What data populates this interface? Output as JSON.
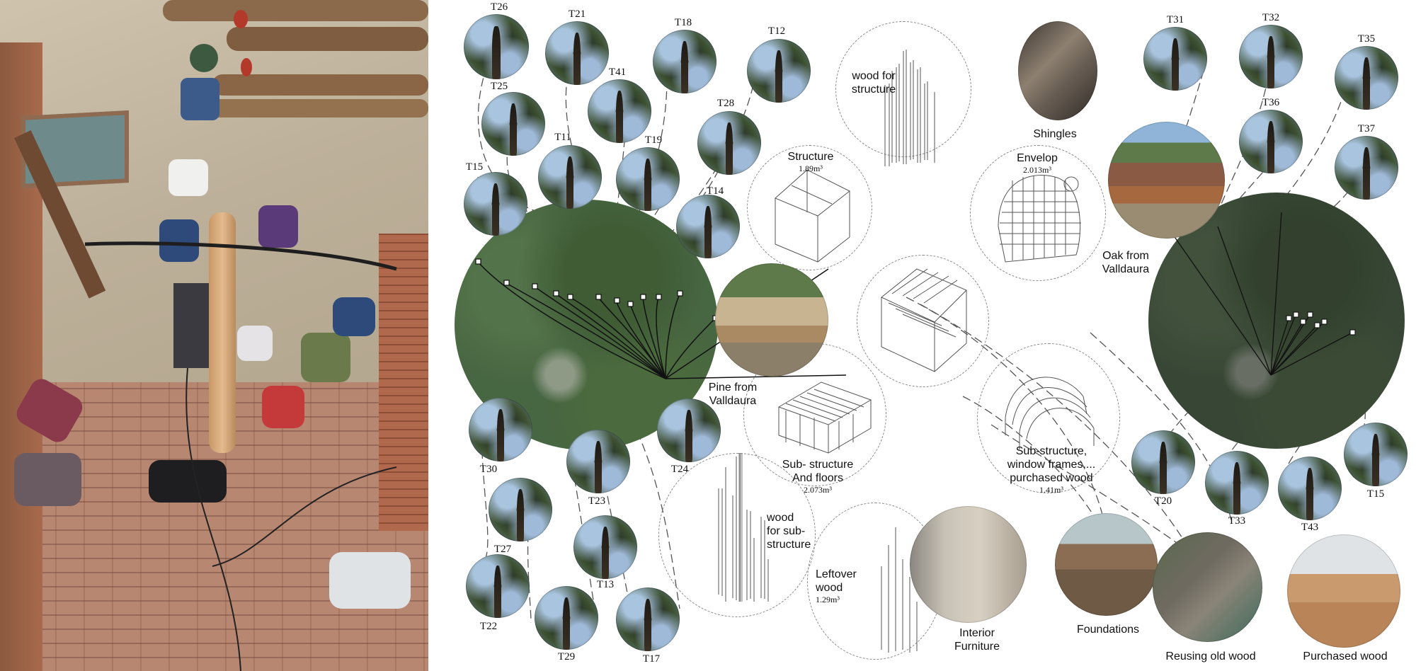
{
  "trees_left": [
    {
      "id": "T26"
    },
    {
      "id": "T21"
    },
    {
      "id": "T18"
    },
    {
      "id": "T12"
    },
    {
      "id": "T25"
    },
    {
      "id": "T41"
    },
    {
      "id": "T28"
    },
    {
      "id": "T11"
    },
    {
      "id": "T19"
    },
    {
      "id": "T15"
    },
    {
      "id": "T14"
    },
    {
      "id": "T30"
    },
    {
      "id": "T23"
    },
    {
      "id": "T24"
    },
    {
      "id": "T27"
    },
    {
      "id": "T13"
    },
    {
      "id": "T22"
    },
    {
      "id": "T29"
    },
    {
      "id": "T17"
    }
  ],
  "trees_right": [
    {
      "id": "T31"
    },
    {
      "id": "T32"
    },
    {
      "id": "T35"
    },
    {
      "id": "T36"
    },
    {
      "id": "T37"
    },
    {
      "id": "T20"
    },
    {
      "id": "T33"
    },
    {
      "id": "T43"
    },
    {
      "id": "T15"
    }
  ],
  "labels": {
    "pine_source": "Pine from Valldaura",
    "oak_source": "Oak from Valldaura",
    "wood_structure": "wood for structure",
    "structure": "Structure",
    "structure_vol": "1.89m³",
    "substructure_floors": "Sub- structure And floors",
    "substructure_floors_vol": "2.073m³",
    "wood_substructure": "wood for sub- structure",
    "leftover": "Leftover wood",
    "leftover_vol": "1.29m³",
    "interior": "Interior Furniture",
    "shingles": "Shingles",
    "envelop": "Envelop",
    "envelop_vol": "2.013m³",
    "purchased_sub": "Sub-structure, window frames,... purchased wood",
    "purchased_sub_vol": "1.41m³",
    "foundations": "Foundations",
    "reusing": "Reusing old wood",
    "purchased": "Purchased wood"
  },
  "colors": {
    "link_line": "#111111",
    "dashed_circle": "#8a8a8a",
    "forest_green": "#476642",
    "sky_blue": "#a9c4df"
  }
}
